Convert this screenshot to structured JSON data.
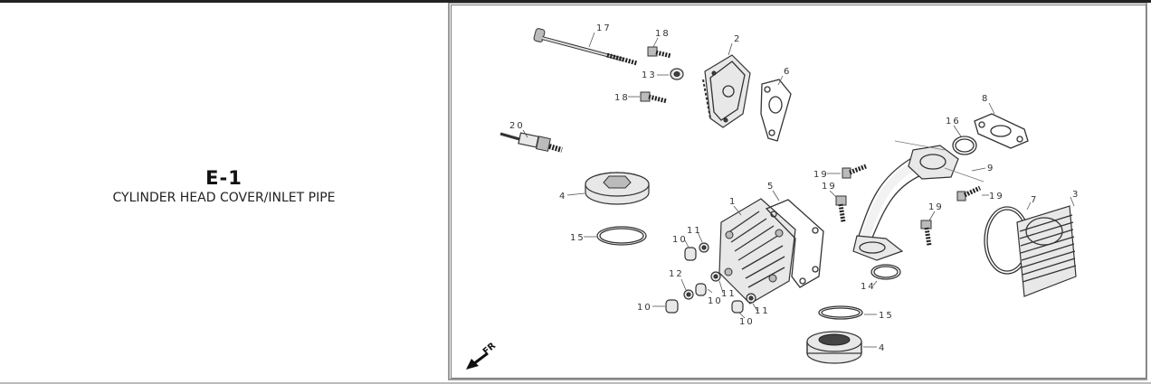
{
  "section": {
    "code": "E-1",
    "title": "CYLINDER HEAD COVER/INLET PIPE"
  },
  "diagram": {
    "direction_label": "FR",
    "callouts": {
      "c1": "1",
      "c2": "2",
      "c3": "3",
      "c4a": "4",
      "c4b": "4",
      "c5": "5",
      "c6": "6",
      "c7": "7",
      "c8": "8",
      "c9": "9",
      "c10a": "10",
      "c10b": "10",
      "c10c": "10",
      "c10d": "10",
      "c11a": "11",
      "c11b": "11",
      "c11c": "11",
      "c12": "12",
      "c13": "13",
      "c14": "14",
      "c15a": "15",
      "c15b": "15",
      "c16": "16",
      "c17": "17",
      "c18a": "18",
      "c18b": "18",
      "c19a": "19",
      "c19b": "19",
      "c19c": "19",
      "c19d": "19",
      "c20": "20"
    }
  }
}
